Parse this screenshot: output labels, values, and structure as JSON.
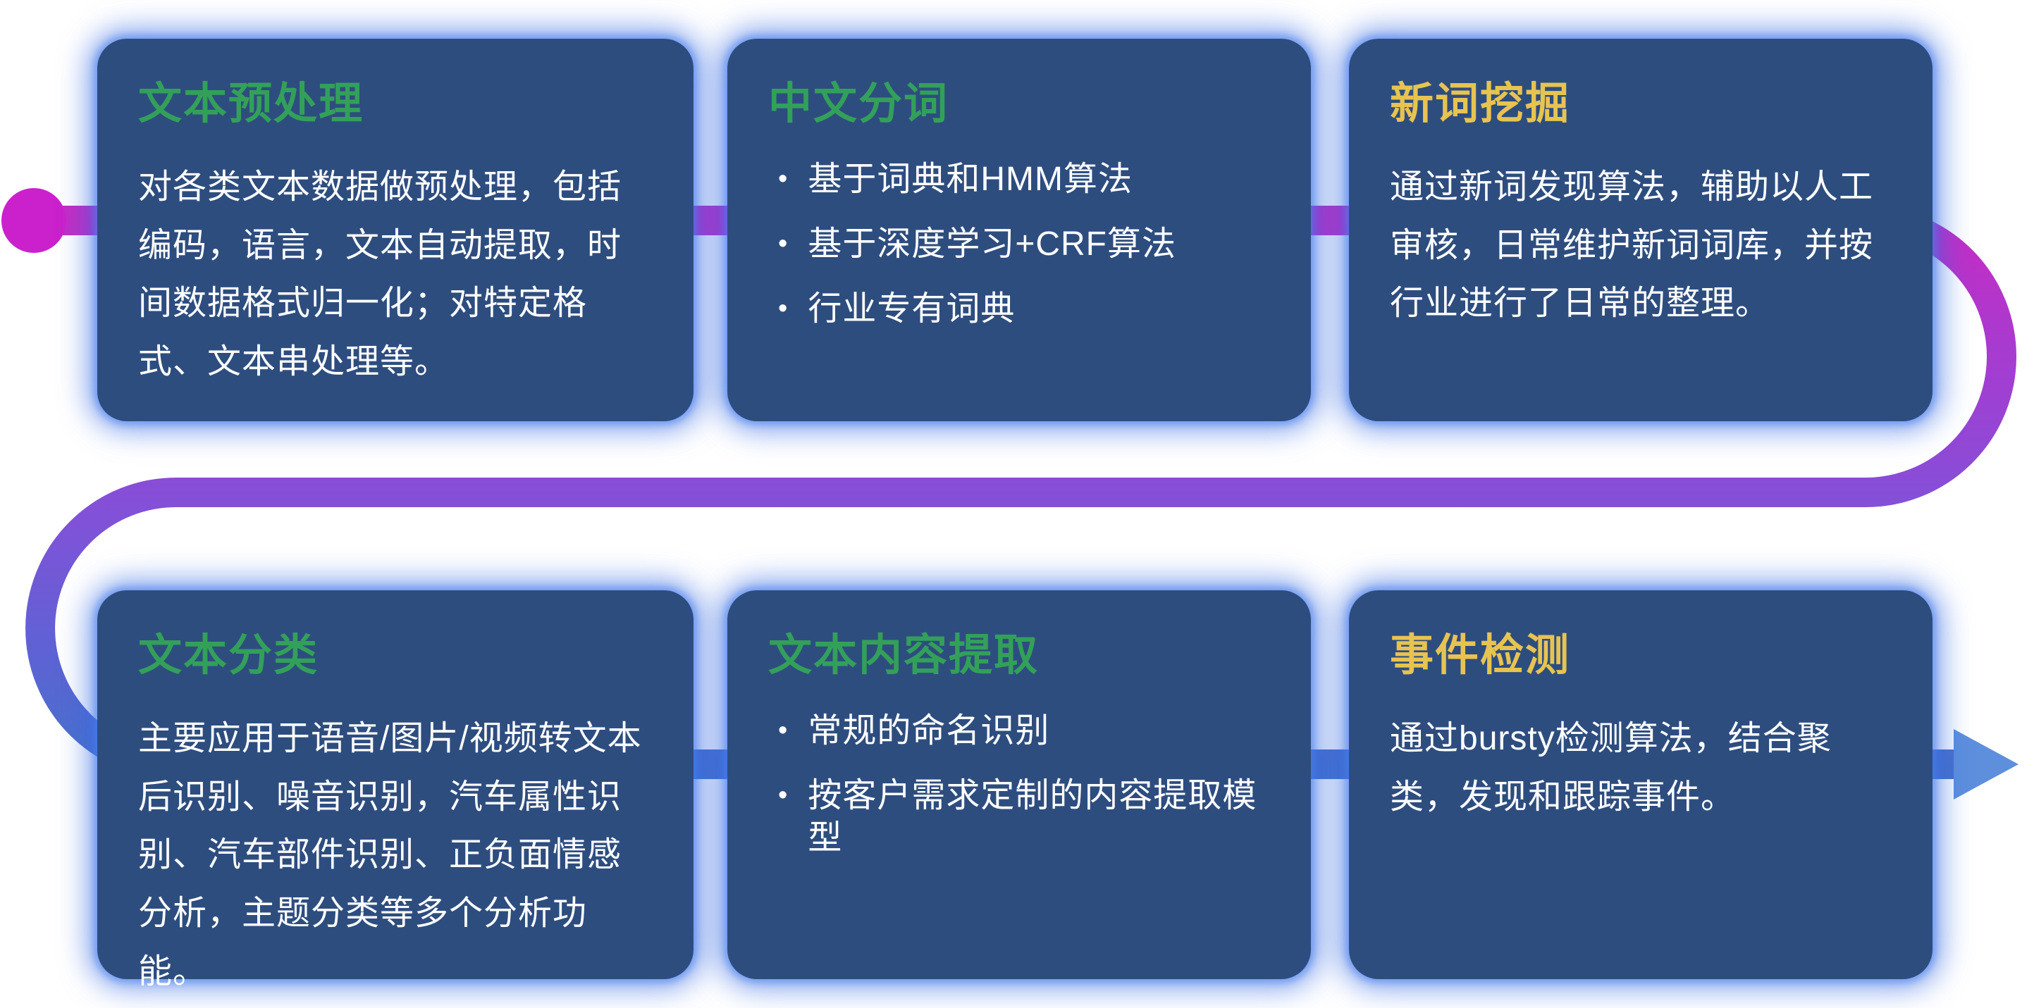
{
  "background_color": "#ffffff",
  "card_style": {
    "bg": "#2e4d7f",
    "glow": "#3d74e6",
    "text_color": "#ffffff"
  },
  "flow": {
    "start_dot_color": "#cb21cc",
    "arrow_color": "#5e8fdd",
    "gradient_stops": [
      "#c52cc4",
      "#a03fd2",
      "#8052d8",
      "#5d63d4",
      "#4871cb"
    ]
  },
  "bullet_char": "•",
  "cards": [
    {
      "title": "文本预处理",
      "title_color": "#33a05a",
      "text": "对各类文本数据做预处理，包括编码，语言，文本自动提取，时间数据格式归一化；对特定格式、文本串处理等。"
    },
    {
      "title": "中文分词",
      "title_color": "#33a05a",
      "bullets": [
        "基于词典和HMM算法",
        "基于深度学习+CRF算法",
        "行业专有词典"
      ]
    },
    {
      "title": "新词挖掘",
      "title_color": "#e7c350",
      "text": "通过新词发现算法，辅助以人工审核，日常维护新词词库，并按行业进行了日常的整理。"
    },
    {
      "title": "文本分类",
      "title_color": "#33a05a",
      "text": "主要应用于语音/图片/视频转文本后识别、噪音识别，汽车属性识别、汽车部件识别、正负面情感分析，主题分类等多个分析功能。"
    },
    {
      "title": "文本内容提取",
      "title_color": "#33a05a",
      "bullets": [
        "常规的命名识别",
        "按客户需求定制的内容提取模型"
      ]
    },
    {
      "title": "事件检测",
      "title_color": "#e7c350",
      "text": "通过bursty检测算法，结合聚类，发现和跟踪事件。"
    }
  ]
}
